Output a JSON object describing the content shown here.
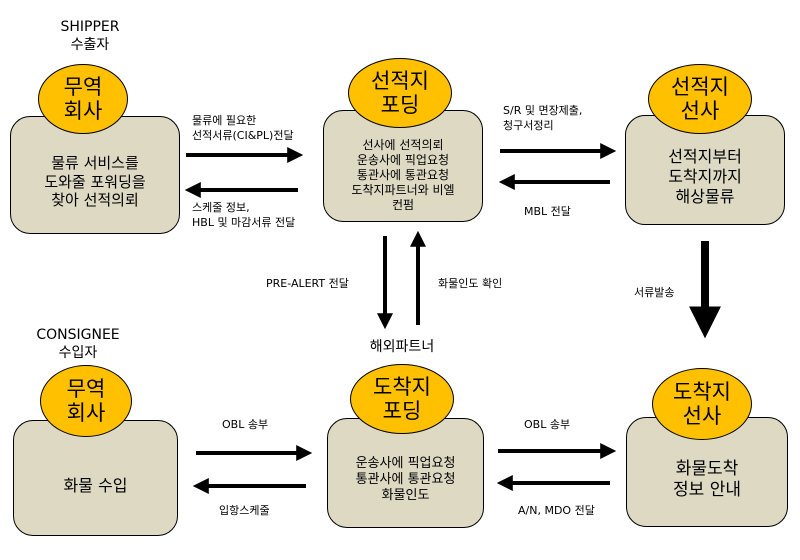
{
  "headers": {
    "shipper": "SHIPPER\n수출자",
    "consignee": "CONSIGNEE\n수입자",
    "overseas_partner": "해외파트너"
  },
  "nodes": {
    "shipper_trade": {
      "badge": "무역\n회사",
      "text": "물류 서비스를\n도와줄 포워딩을\n찾아 선적의뢰"
    },
    "origin_forwarder": {
      "badge": "선적지\n포딩",
      "text": "선사에 선적의뢰\n운송사에 픽업요청\n통관사에 통관요청\n도착지파트너와 비엘\n컨펌"
    },
    "origin_carrier": {
      "badge": "선적지\n선사",
      "text": "선적지부터\n도착지까지\n해상물류"
    },
    "consignee_trade": {
      "badge": "무역\n회사",
      "text": "화물 수입"
    },
    "dest_forwarder": {
      "badge": "도착지\n포딩",
      "text": "운송사에 픽업요청\n통관사에 통관요청\n화물인도"
    },
    "dest_carrier": {
      "badge": "도착지\n선사",
      "text": "화물도착\n정보 안내"
    }
  },
  "labels": {
    "docs_needed": "물류에 필요한\n선적서류(CI&PL)전달",
    "schedule_info": "스케줄 정보,\nHBL 및 마감서류 전달",
    "sr_submit": "S/R 및 면장제출,\n청구서정리",
    "mbl_delivery": "MBL 전달",
    "pre_alert": "PRE-ALERT 전달",
    "cargo_release_check": "화물인도 확인",
    "doc_dispatch": "서류발송",
    "obl_send_left": "OBL 송부",
    "arrival_schedule": "입항스케줄",
    "obl_send_right": "OBL 송부",
    "an_mdo": "A/N, MDO 전달"
  }
}
